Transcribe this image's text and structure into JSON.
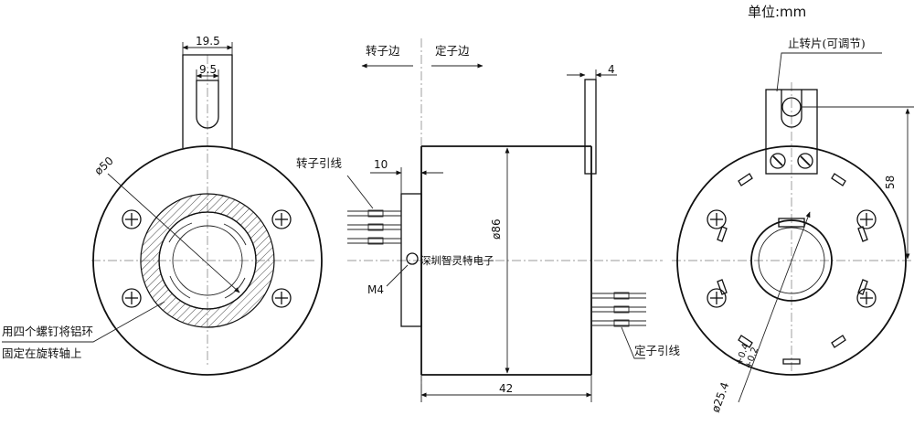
{
  "unit_label": "单位:mm",
  "front_view": {
    "dim_lug_outer": "19.5",
    "dim_lug_inner": "9.5",
    "dim_flange_dia": "ø50",
    "note_line1": "用四个螺钉将铝环",
    "note_line2": "固定在旋转轴上"
  },
  "side_view": {
    "rotor_side": "转子边",
    "stator_side": "定子边",
    "rotor_leads": "转子引线",
    "stator_leads": "定子引线",
    "dim_flange_thickness": "10",
    "dim_body_dia": "ø86",
    "dim_length": "42",
    "dim_tab_thickness": "4",
    "thread": "M4",
    "brand": "深圳智灵特电子"
  },
  "rear_view": {
    "stop_tab": "止转片(可调节)",
    "dim_tab_height": "58",
    "dim_bore": "ø25.4",
    "tol_plus": "+0.4",
    "tol_minus": "+0.2"
  }
}
